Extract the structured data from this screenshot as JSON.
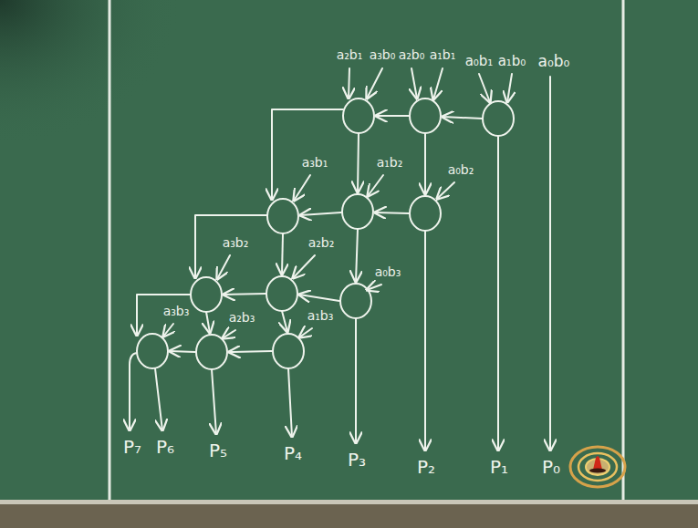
{
  "diagram": {
    "labels": [
      "a₂b₁",
      "a₃b₀",
      "a₂b₀",
      "a₁b₁",
      "a₀b₁",
      "a₁b₀",
      "a₀b₀",
      "a₃b₁",
      "a₁b₂",
      "a₀b₂",
      "a₃b₂",
      "a₂b₂",
      "a₀b₃",
      "a₃b₃",
      "a₂b₃",
      "a₁b₃",
      "P₇",
      "P₆",
      "P₅",
      "P₄",
      "P₃",
      "P₂",
      "P₁",
      "P₀"
    ]
  }
}
